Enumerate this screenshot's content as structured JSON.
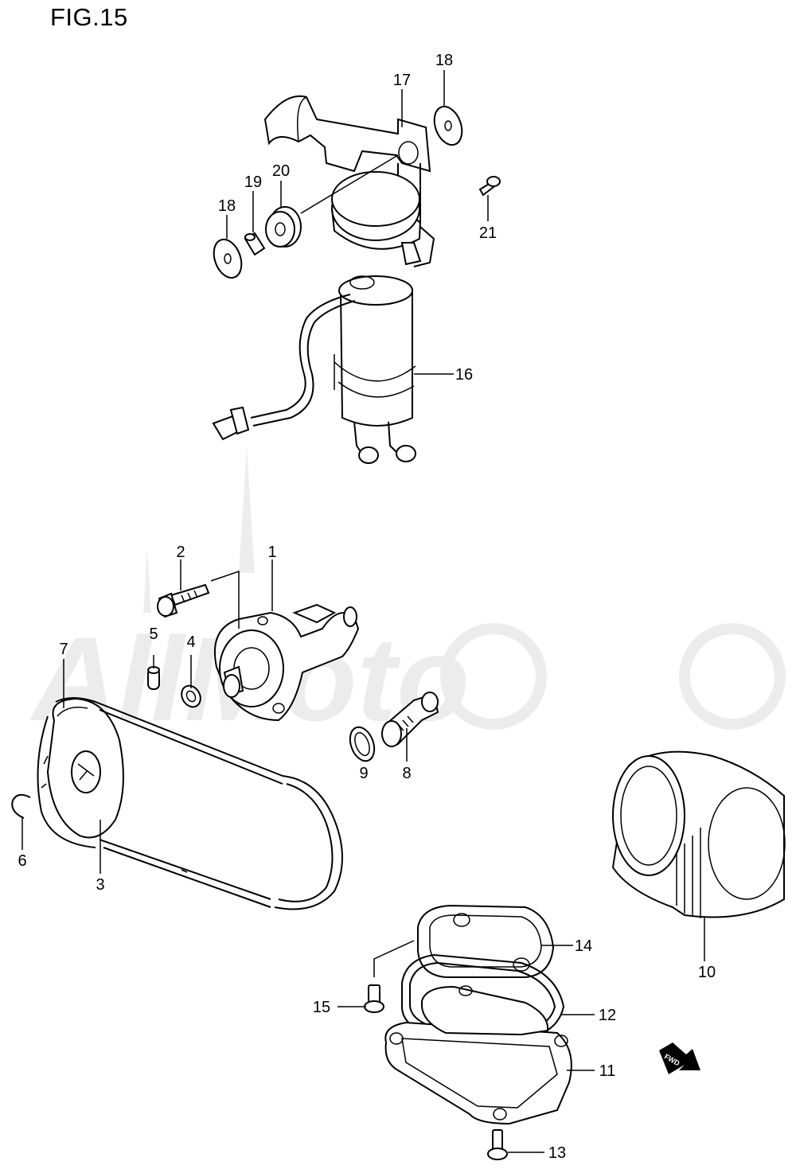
{
  "figure": {
    "title": "FIG.15"
  },
  "watermark": {
    "text": "AllMoto"
  },
  "fwd_label": "FWD",
  "parts": [
    {
      "id": "1",
      "label": "1"
    },
    {
      "id": "2",
      "label": "2"
    },
    {
      "id": "3",
      "label": "3"
    },
    {
      "id": "4",
      "label": "4"
    },
    {
      "id": "5",
      "label": "5"
    },
    {
      "id": "6",
      "label": "6"
    },
    {
      "id": "7",
      "label": "7"
    },
    {
      "id": "8",
      "label": "8"
    },
    {
      "id": "9",
      "label": "9"
    },
    {
      "id": "10",
      "label": "10"
    },
    {
      "id": "11",
      "label": "11"
    },
    {
      "id": "12",
      "label": "12"
    },
    {
      "id": "13",
      "label": "13"
    },
    {
      "id": "14",
      "label": "14"
    },
    {
      "id": "15",
      "label": "15"
    },
    {
      "id": "16",
      "label": "16"
    },
    {
      "id": "17",
      "label": "17"
    },
    {
      "id": "18a",
      "label": "18"
    },
    {
      "id": "18b",
      "label": "18"
    },
    {
      "id": "19",
      "label": "19"
    },
    {
      "id": "20",
      "label": "20"
    },
    {
      "id": "21",
      "label": "21"
    }
  ]
}
